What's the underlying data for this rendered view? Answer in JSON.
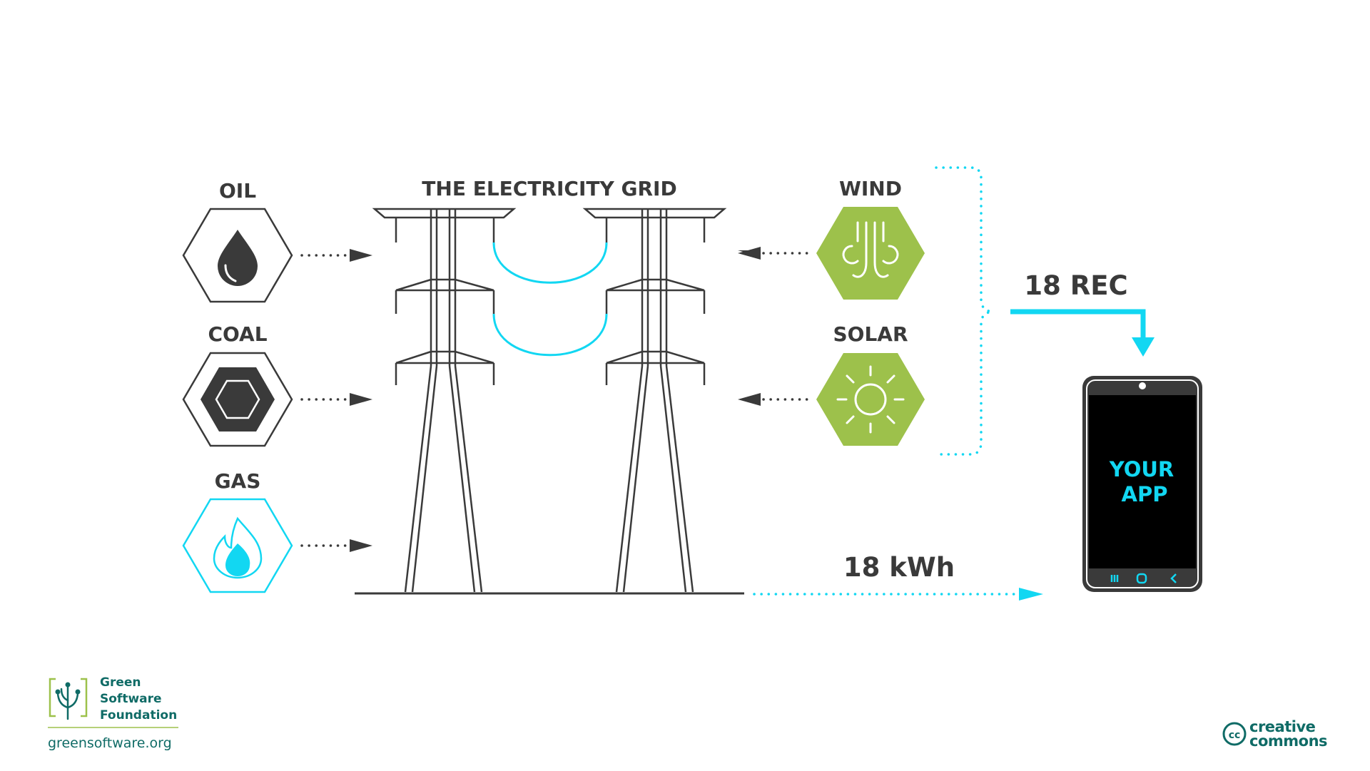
{
  "labels": {
    "oil": "OIL",
    "coal": "COAL",
    "gas": "GAS",
    "grid": "THE ELECTRICITY GRID",
    "wind": "WIND",
    "solar": "SOLAR",
    "rec": "18 REC",
    "kwh": "18 kWh",
    "app_line1": "YOUR",
    "app_line2": "APP"
  },
  "footer": {
    "org_line1": "Green",
    "org_line2": "Software",
    "org_line3": "Foundation",
    "url": "greensoftware.org",
    "cc_line1": "creative",
    "cc_line2": "commons",
    "cc_badge": "cc"
  },
  "colors": {
    "dark": "#3a3a3a",
    "cyan": "#12d7f2",
    "green": "#9dc14b",
    "teal": "#0f6b66"
  },
  "icons": [
    "oil-drop-icon",
    "coal-icon",
    "gas-flame-icon",
    "wind-icon",
    "sun-icon",
    "tree-logo-icon"
  ]
}
